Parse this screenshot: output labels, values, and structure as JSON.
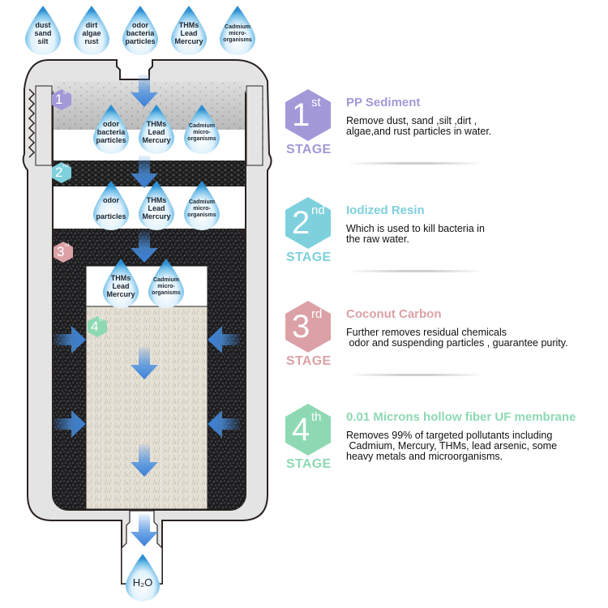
{
  "top_drops": [
    {
      "lines": [
        "dust",
        "sand",
        "silt"
      ],
      "small": false
    },
    {
      "lines": [
        "dirt",
        "algae",
        "rust"
      ],
      "small": false
    },
    {
      "lines": [
        "odor",
        "bacteria",
        "particles"
      ],
      "small": false
    },
    {
      "lines": [
        "THMs",
        "Lead",
        "Mercury"
      ],
      "small": false
    },
    {
      "lines": [
        "Cadmium",
        "micro-",
        "organisms"
      ],
      "small": true
    }
  ],
  "after_stage1_drops": [
    {
      "lines": [
        "odor",
        "bacteria",
        "particles"
      ],
      "small": false
    },
    {
      "lines": [
        "THMs",
        "Lead",
        "Mercury"
      ],
      "small": false
    },
    {
      "lines": [
        "Cadmium",
        "micro-",
        "organisms"
      ],
      "small": true
    }
  ],
  "after_stage2_drops": [
    {
      "lines": [
        "odor",
        "",
        "particles"
      ],
      "small": false
    },
    {
      "lines": [
        "THMs",
        "Lead",
        "Mercury"
      ],
      "small": false
    },
    {
      "lines": [
        "Cadmium",
        "micro-",
        "organisms"
      ],
      "small": true
    }
  ],
  "after_stage3_drops": [
    {
      "lines": [
        "THMs",
        "Lead",
        "Mercury"
      ],
      "small": false
    },
    {
      "lines": [
        "Cadmium",
        "micro-",
        "organisms"
      ],
      "small": true
    }
  ],
  "output_drop": {
    "label": "H₂O"
  },
  "colors": {
    "stage1": "#a398d8",
    "stage2": "#7fd0dd",
    "stage3": "#dba1a6",
    "stage4": "#8ed9b4",
    "arrow": "#3f86de",
    "housing": "#e2e2e2",
    "outline": "#2a2320"
  },
  "stages": [
    {
      "number": "1",
      "suffix": "st",
      "word": "STAGE",
      "title": "PP Sediment",
      "description": "Remove dust, sand ,silt ,dirt ,\nalgae,and rust particles in water."
    },
    {
      "number": "2",
      "suffix": "nd",
      "word": "STAGE",
      "title": "Iodized Resin",
      "description": "Which is used to kill bacteria in\nthe raw water."
    },
    {
      "number": "3",
      "suffix": "rd",
      "word": "STAGE",
      "title": "Coconut Carbon",
      "description": "Further removes residual chemicals\n odor and suspending particles , guarantee purity."
    },
    {
      "number": "4",
      "suffix": "th",
      "word": "STAGE",
      "title": "0.01 Microns hollow fiber UF membrane",
      "description": "Removes 99% of targeted pollutants including\n Cadmium, Mercury, THMs, lead arsenic, some\nheavy metals and microorganisms."
    }
  ]
}
